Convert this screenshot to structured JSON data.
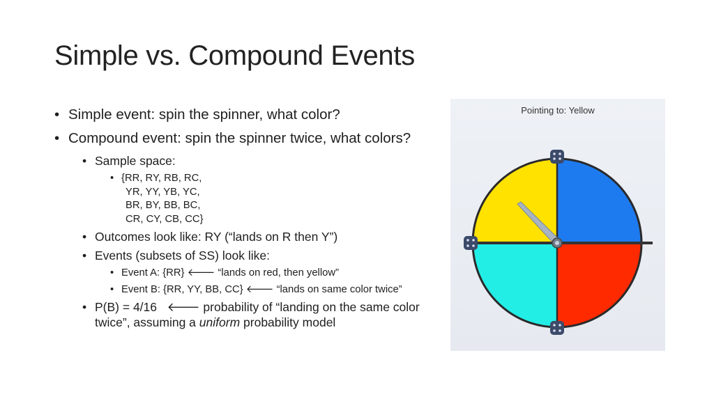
{
  "slide": {
    "title": "Simple vs. Compound Events",
    "bullets": {
      "simple": "Simple event: spin the spinner, what color?",
      "compound": "Compound event: spin the spinner twice, what colors?",
      "sample_space_label": "Sample space:",
      "sample_space_lines": [
        "{RR, RY, RB, RC,",
        "YR, YY, YB, YC,",
        "BR, BY, BB, BC,",
        "CR, CY, CB, CC}"
      ],
      "outcomes": "Outcomes look like: RY (“lands on R then Y”)",
      "events": "Events (subsets of SS) look like:",
      "event_a_prefix": "Event A: {RR}",
      "event_a_text": "“lands on red, then yellow”",
      "event_b_prefix": "Event B: {RR, YY, BB, CC}",
      "event_b_text": "“lands on same color twice”",
      "pb_prefix": "P(B) = 4/16",
      "pb_text_1": "probability of “landing on the same color twice”, assuming a",
      "pb_italic": "uniform",
      "pb_text_2": "probability model",
      "arrow_glyph": "🡐"
    }
  },
  "spinner": {
    "pointing_label": "Pointing to: Yellow",
    "sectors": [
      {
        "name": "blue",
        "color": "#1e7bef"
      },
      {
        "name": "red",
        "color": "#ff2a00"
      },
      {
        "name": "cyan",
        "color": "#22eee6"
      },
      {
        "name": "yellow",
        "color": "#ffe200"
      }
    ],
    "pointer_target": "Yellow",
    "handle_icon": "grid-dots-icon"
  }
}
